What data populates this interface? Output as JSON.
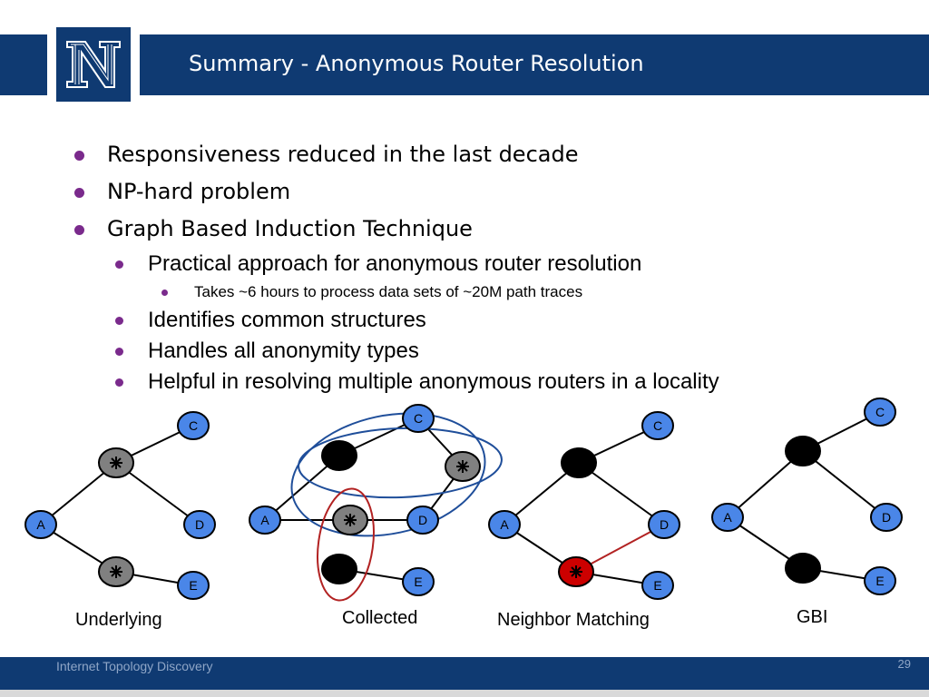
{
  "slide": {
    "title": "Summary - Anonymous Router Resolution",
    "bullets": [
      {
        "text": "Responsiveness reduced in the last decade"
      },
      {
        "text": "NP-hard problem"
      },
      {
        "text": "Graph Based Induction Technique"
      },
      {
        "text": "Practical approach for anonymous router resolution"
      },
      {
        "text": "Takes ~6 hours to process data sets of ~20M path traces"
      },
      {
        "text": "Identifies common structures"
      },
      {
        "text": "Handles all anonymity types"
      },
      {
        "text": "Helpful in resolving multiple anonymous routers in a locality"
      }
    ]
  },
  "diagrams": {
    "captions": [
      "Underlying",
      "Collected",
      "Neighbor Matching",
      "GBI"
    ],
    "node_labels": {
      "a": "A",
      "c": "C",
      "d": "D",
      "e": "E"
    }
  },
  "footer": {
    "text": "Internet Topology Discovery",
    "page": "29"
  },
  "colors": {
    "header_bar": "#0f3a72",
    "bullet_dot": "#7a2a8c",
    "labeled_node_fill": "#4a86e8",
    "anonymous_node_fill": "#808080",
    "resolved_node_fill": "#000000",
    "matched_node_fill": "#cc0000",
    "blue_ellipse": "#1f4e9a",
    "red_ellipse": "#b22222"
  }
}
